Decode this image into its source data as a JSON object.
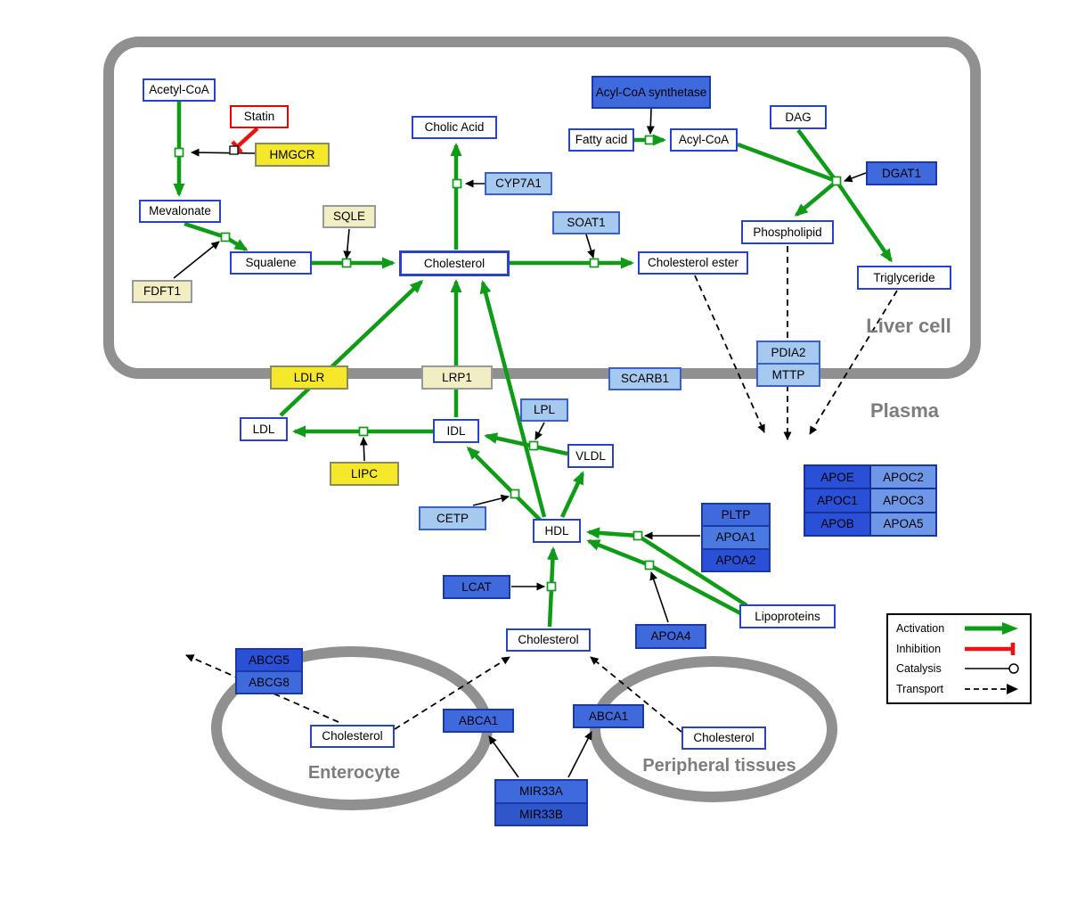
{
  "compartments": {
    "liver": "Liver cell",
    "plasma": "Plasma",
    "enterocyte": "Enterocyte",
    "peripheral": "Peripheral tissues"
  },
  "nodes": {
    "acetyl_coa": "Acetyl-CoA",
    "statin": "Statin",
    "hmgcr": "HMGCR",
    "mevalonate": "Mevalonate",
    "sqle": "SQLE",
    "fdft1": "FDFT1",
    "squalene": "Squalene",
    "cholesterol_liver": "Cholesterol",
    "cholic_acid": "Cholic Acid",
    "cyp7a1": "CYP7A1",
    "soat1": "SOAT1",
    "cholesterol_ester": "Cholesterol ester",
    "acyl_coa_synthetase": "Acyl-CoA synthetase",
    "fatty_acid": "Fatty acid",
    "acyl_coa": "Acyl-CoA",
    "dag": "DAG",
    "dgat1": "DGAT1",
    "phospholipid": "Phospholipid",
    "triglyceride": "Triglyceride",
    "pdia2": "PDIA2",
    "mttp": "MTTP",
    "ldlr": "LDLR",
    "lrp1": "LRP1",
    "scarb1": "SCARB1",
    "ldl": "LDL",
    "idl": "IDL",
    "lpl": "LPL",
    "vldl": "VLDL",
    "lipc": "LIPC",
    "cetp": "CETP",
    "hdl": "HDL",
    "pltp": "PLTP",
    "apoa1": "APOA1",
    "apoa2": "APOA2",
    "apoe": "APOE",
    "apoc2": "APOC2",
    "apoc1": "APOC1",
    "apoc3": "APOC3",
    "apob": "APOB",
    "apoa5": "APOA5",
    "lcat": "LCAT",
    "apoa4": "APOA4",
    "lipoproteins": "Lipoproteins",
    "cholesterol_plasma": "Cholesterol",
    "abcg5": "ABCG5",
    "abcg8": "ABCG8",
    "cholesterol_enterocyte": "Cholesterol",
    "abca1_left": "ABCA1",
    "abca1_right": "ABCA1",
    "cholesterol_peripheral": "Cholesterol",
    "mir33a": "MIR33A",
    "mir33b": "MIR33B"
  },
  "legend": {
    "activation": "Activation",
    "inhibition": "Inhibition",
    "catalysis": "Catalysis",
    "transport": "Transport"
  },
  "colors": {
    "activation": "#0e9c16",
    "inhibition": "#ee1111",
    "gene_blue": "#3e6ade",
    "gene_light_blue": "#a6c9ef",
    "gene_dark_blue": "#2a50d8",
    "gene_medium_blue": "#6e97e8",
    "gene_yellow": "#f5e82a",
    "gene_pale_yellow": "#f1eec3",
    "metabolite_border": "#2743c8",
    "membrane": "#909090"
  }
}
